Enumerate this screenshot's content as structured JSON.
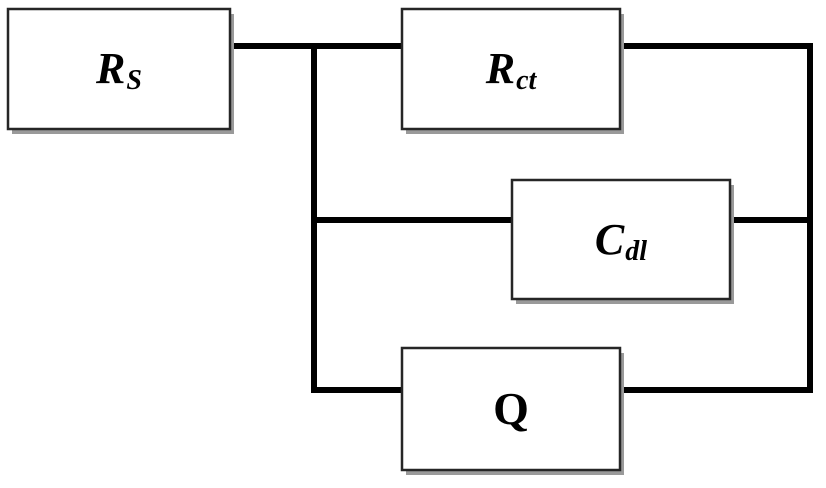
{
  "components": {
    "rs": {
      "symbol": "R",
      "subscript": "S"
    },
    "rct": {
      "symbol": "R",
      "subscript": "ct"
    },
    "cdl": {
      "symbol": "C",
      "subscript": "dl"
    },
    "q": {
      "symbol": "Q",
      "subscript": ""
    }
  },
  "colors": {
    "wire": "#000000",
    "box_fill": "#ffffff",
    "box_border": "#262626",
    "box_shadow": "#9a9a9a"
  }
}
